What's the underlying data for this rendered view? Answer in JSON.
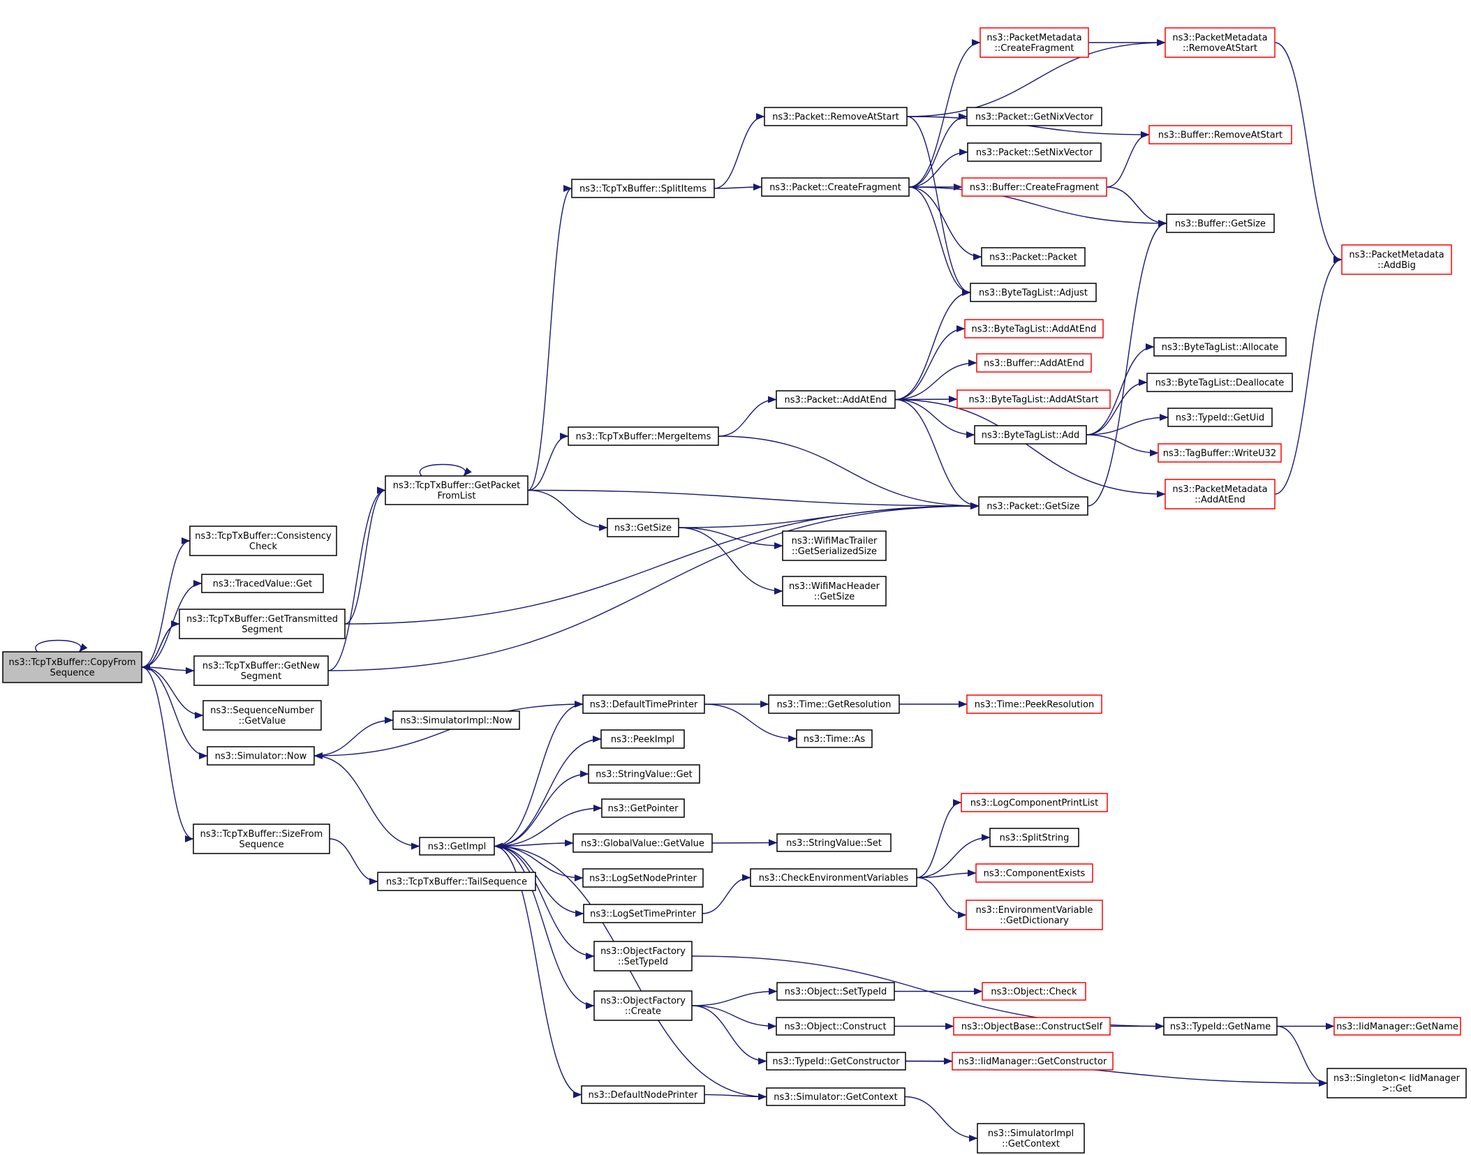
{
  "diagram": {
    "type": "call-graph",
    "colors": {
      "edge": "#191970",
      "normal_border": "#000000",
      "truncated_border": "#ff0000",
      "root_fill": "#bfbfbf"
    },
    "nodes": [
      {
        "id": "CopyFromSequence",
        "label": [
          "ns3::TcpTxBuffer::CopyFrom",
          "Sequence"
        ],
        "style": "root"
      },
      {
        "id": "ConsistencyCheck",
        "label": [
          "ns3::TcpTxBuffer::Consistency",
          "Check"
        ],
        "style": "normal"
      },
      {
        "id": "TracedValueGet",
        "label": [
          "ns3::TracedValue::Get"
        ],
        "style": "normal"
      },
      {
        "id": "GetTransmittedSegment",
        "label": [
          "ns3::TcpTxBuffer::GetTransmitted",
          "Segment"
        ],
        "style": "normal"
      },
      {
        "id": "GetNewSegment",
        "label": [
          "ns3::TcpTxBuffer::GetNew",
          "Segment"
        ],
        "style": "normal"
      },
      {
        "id": "SeqNumGetValue",
        "label": [
          "ns3::SequenceNumber",
          "::GetValue"
        ],
        "style": "normal"
      },
      {
        "id": "SimulatorNow",
        "label": [
          "ns3::Simulator::Now"
        ],
        "style": "normal"
      },
      {
        "id": "SizeFromSequence",
        "label": [
          "ns3::TcpTxBuffer::SizeFrom",
          "Sequence"
        ],
        "style": "normal"
      },
      {
        "id": "GetPacketFromList",
        "label": [
          "ns3::TcpTxBuffer::GetPacket",
          "FromList"
        ],
        "style": "normal"
      },
      {
        "id": "SimulatorImplNow",
        "label": [
          "ns3::SimulatorImpl::Now"
        ],
        "style": "normal"
      },
      {
        "id": "GetImpl",
        "label": [
          "ns3::GetImpl"
        ],
        "style": "normal"
      },
      {
        "id": "TailSequence",
        "label": [
          "ns3::TcpTxBuffer::TailSequence"
        ],
        "style": "normal"
      },
      {
        "id": "SplitItems",
        "label": [
          "ns3::TcpTxBuffer::SplitItems"
        ],
        "style": "normal"
      },
      {
        "id": "MergeItems",
        "label": [
          "ns3::TcpTxBuffer::MergeItems"
        ],
        "style": "normal"
      },
      {
        "id": "GetSizeFn",
        "label": [
          "ns3::GetSize"
        ],
        "style": "normal"
      },
      {
        "id": "DefaultTimePrinter",
        "label": [
          "ns3::DefaultTimePrinter"
        ],
        "style": "normal"
      },
      {
        "id": "PeekImpl",
        "label": [
          "ns3::PeekImpl"
        ],
        "style": "normal"
      },
      {
        "id": "StringValueGet",
        "label": [
          "ns3::StringValue::Get"
        ],
        "style": "normal"
      },
      {
        "id": "GetPointer",
        "label": [
          "ns3::GetPointer"
        ],
        "style": "normal"
      },
      {
        "id": "GlobalValueGetValue",
        "label": [
          "ns3::GlobalValue::GetValue"
        ],
        "style": "normal"
      },
      {
        "id": "LogSetNodePrinter",
        "label": [
          "ns3::LogSetNodePrinter"
        ],
        "style": "normal"
      },
      {
        "id": "LogSetTimePrinter",
        "label": [
          "ns3::LogSetTimePrinter"
        ],
        "style": "normal"
      },
      {
        "id": "ObjectFactorySetTypeId",
        "label": [
          "ns3::ObjectFactory",
          "::SetTypeId"
        ],
        "style": "normal"
      },
      {
        "id": "ObjectFactoryCreate",
        "label": [
          "ns3::ObjectFactory",
          "::Create"
        ],
        "style": "normal"
      },
      {
        "id": "DefaultNodePrinter",
        "label": [
          "ns3::DefaultNodePrinter"
        ],
        "style": "normal"
      },
      {
        "id": "PacketRemoveAtStart",
        "label": [
          "ns3::Packet::RemoveAtStart"
        ],
        "style": "normal"
      },
      {
        "id": "PacketCreateFragment",
        "label": [
          "ns3::Packet::CreateFragment"
        ],
        "style": "normal"
      },
      {
        "id": "PacketAddAtEnd",
        "label": [
          "ns3::Packet::AddAtEnd"
        ],
        "style": "normal"
      },
      {
        "id": "WifiMacTrailerGetSerializedSize",
        "label": [
          "ns3::WifiMacTrailer",
          "::GetSerializedSize"
        ],
        "style": "normal"
      },
      {
        "id": "WifiMacHeaderGetSize",
        "label": [
          "ns3::WifiMacHeader",
          "::GetSize"
        ],
        "style": "normal"
      },
      {
        "id": "TimeGetResolution",
        "label": [
          "ns3::Time::GetResolution"
        ],
        "style": "normal"
      },
      {
        "id": "TimeAs",
        "label": [
          "ns3::Time::As"
        ],
        "style": "normal"
      },
      {
        "id": "StringValueSet",
        "label": [
          "ns3::StringValue::Set"
        ],
        "style": "normal"
      },
      {
        "id": "CheckEnvironmentVariables",
        "label": [
          "ns3::CheckEnvironmentVariables"
        ],
        "style": "normal"
      },
      {
        "id": "ObjectSetTypeId",
        "label": [
          "ns3::Object::SetTypeId"
        ],
        "style": "normal"
      },
      {
        "id": "ObjectConstruct",
        "label": [
          "ns3::Object::Construct"
        ],
        "style": "normal"
      },
      {
        "id": "TypeIdGetConstructor",
        "label": [
          "ns3::TypeId::GetConstructor"
        ],
        "style": "normal"
      },
      {
        "id": "SimulatorGetContext",
        "label": [
          "ns3::Simulator::GetContext"
        ],
        "style": "normal"
      },
      {
        "id": "PktMetaCreateFragment",
        "label": [
          "ns3::PacketMetadata",
          "::CreateFragment"
        ],
        "style": "truncated"
      },
      {
        "id": "PacketGetNixVector",
        "label": [
          "ns3::Packet::GetNixVector"
        ],
        "style": "normal"
      },
      {
        "id": "PacketSetNixVector",
        "label": [
          "ns3::Packet::SetNixVector"
        ],
        "style": "normal"
      },
      {
        "id": "BufferCreateFragment",
        "label": [
          "ns3::Buffer::CreateFragment"
        ],
        "style": "truncated"
      },
      {
        "id": "PacketPacket",
        "label": [
          "ns3::Packet::Packet"
        ],
        "style": "normal"
      },
      {
        "id": "ByteTagListAdjust",
        "label": [
          "ns3::ByteTagList::Adjust"
        ],
        "style": "normal"
      },
      {
        "id": "ByteTagListAddAtEnd",
        "label": [
          "ns3::ByteTagList::AddAtEnd"
        ],
        "style": "truncated"
      },
      {
        "id": "BufferAddAtEnd",
        "label": [
          "ns3::Buffer::AddAtEnd"
        ],
        "style": "truncated"
      },
      {
        "id": "ByteTagListAddAtStart",
        "label": [
          "ns3::ByteTagList::AddAtStart"
        ],
        "style": "truncated"
      },
      {
        "id": "ByteTagListAdd",
        "label": [
          "ns3::ByteTagList::Add"
        ],
        "style": "normal"
      },
      {
        "id": "PacketGetSize",
        "label": [
          "ns3::Packet::GetSize"
        ],
        "style": "normal"
      },
      {
        "id": "TimePeekResolution",
        "label": [
          "ns3::Time::PeekResolution"
        ],
        "style": "truncated"
      },
      {
        "id": "LogComponentPrintList",
        "label": [
          "ns3::LogComponentPrintList"
        ],
        "style": "truncated"
      },
      {
        "id": "SplitString",
        "label": [
          "ns3::SplitString"
        ],
        "style": "normal"
      },
      {
        "id": "ComponentExists",
        "label": [
          "ns3::ComponentExists"
        ],
        "style": "truncated"
      },
      {
        "id": "EnvVarGetDictionary",
        "label": [
          "ns3::EnvironmentVariable",
          "::GetDictionary"
        ],
        "style": "truncated"
      },
      {
        "id": "ObjectCheck",
        "label": [
          "ns3::Object::Check"
        ],
        "style": "truncated"
      },
      {
        "id": "ObjectBaseConstructSelf",
        "label": [
          "ns3::ObjectBase::ConstructSelf"
        ],
        "style": "truncated"
      },
      {
        "id": "IidManagerGetConstructor",
        "label": [
          "ns3::IidManager::GetConstructor"
        ],
        "style": "truncated"
      },
      {
        "id": "SimulatorImplGetContext",
        "label": [
          "ns3::SimulatorImpl",
          "::GetContext"
        ],
        "style": "normal"
      },
      {
        "id": "PktMetaRemoveAtStart",
        "label": [
          "ns3::PacketMetadata",
          "::RemoveAtStart"
        ],
        "style": "truncated"
      },
      {
        "id": "BufferRemoveAtStart",
        "label": [
          "ns3::Buffer::RemoveAtStart"
        ],
        "style": "truncated"
      },
      {
        "id": "BufferGetSize",
        "label": [
          "ns3::Buffer::GetSize"
        ],
        "style": "normal"
      },
      {
        "id": "ByteTagListAllocate",
        "label": [
          "ns3::ByteTagList::Allocate"
        ],
        "style": "normal"
      },
      {
        "id": "ByteTagListDeallocate",
        "label": [
          "ns3::ByteTagList::Deallocate"
        ],
        "style": "normal"
      },
      {
        "id": "TypeIdGetUid",
        "label": [
          "ns3::TypeId::GetUid"
        ],
        "style": "normal"
      },
      {
        "id": "TagBufferWriteU32",
        "label": [
          "ns3::TagBuffer::WriteU32"
        ],
        "style": "truncated"
      },
      {
        "id": "PktMetaAddAtEnd",
        "label": [
          "ns3::PacketMetadata",
          "::AddAtEnd"
        ],
        "style": "truncated"
      },
      {
        "id": "TypeIdGetName",
        "label": [
          "ns3::TypeId::GetName"
        ],
        "style": "normal"
      },
      {
        "id": "PktMetaAddBig",
        "label": [
          "ns3::PacketMetadata",
          "::AddBig"
        ],
        "style": "truncated"
      },
      {
        "id": "IidManagerGetName",
        "label": [
          "ns3::IidManager::GetName"
        ],
        "style": "truncated"
      },
      {
        "id": "SingletonGet",
        "label": [
          "ns3::Singleton< IidManager",
          " >::Get"
        ],
        "style": "normal"
      }
    ],
    "edges": [
      [
        "CopyFromSequence",
        "CopyFromSequence"
      ],
      [
        "CopyFromSequence",
        "ConsistencyCheck"
      ],
      [
        "CopyFromSequence",
        "TracedValueGet"
      ],
      [
        "CopyFromSequence",
        "GetTransmittedSegment"
      ],
      [
        "CopyFromSequence",
        "GetNewSegment"
      ],
      [
        "CopyFromSequence",
        "SeqNumGetValue"
      ],
      [
        "CopyFromSequence",
        "SimulatorNow"
      ],
      [
        "CopyFromSequence",
        "SizeFromSequence"
      ],
      [
        "GetTransmittedSegment",
        "CopyFromSequence"
      ],
      [
        "GetTransmittedSegment",
        "GetPacketFromList"
      ],
      [
        "GetTransmittedSegment",
        "PacketGetSize"
      ],
      [
        "GetNewSegment",
        "GetPacketFromList"
      ],
      [
        "GetNewSegment",
        "PacketGetSize"
      ],
      [
        "GetPacketFromList",
        "GetPacketFromList"
      ],
      [
        "GetPacketFromList",
        "SplitItems"
      ],
      [
        "GetPacketFromList",
        "MergeItems"
      ],
      [
        "GetPacketFromList",
        "GetSizeFn"
      ],
      [
        "GetPacketFromList",
        "PacketGetSize"
      ],
      [
        "SplitItems",
        "PacketRemoveAtStart"
      ],
      [
        "SplitItems",
        "PacketCreateFragment"
      ],
      [
        "MergeItems",
        "PacketAddAtEnd"
      ],
      [
        "MergeItems",
        "PacketGetSize"
      ],
      [
        "GetSizeFn",
        "PacketGetSize"
      ],
      [
        "GetSizeFn",
        "WifiMacTrailerGetSerializedSize"
      ],
      [
        "GetSizeFn",
        "WifiMacHeaderGetSize"
      ],
      [
        "PacketRemoveAtStart",
        "PktMetaRemoveAtStart"
      ],
      [
        "PacketRemoveAtStart",
        "BufferRemoveAtStart"
      ],
      [
        "PacketRemoveAtStart",
        "ByteTagListAdjust"
      ],
      [
        "PacketCreateFragment",
        "PktMetaCreateFragment"
      ],
      [
        "PacketCreateFragment",
        "PacketGetNixVector"
      ],
      [
        "PacketCreateFragment",
        "PacketSetNixVector"
      ],
      [
        "PacketCreateFragment",
        "BufferCreateFragment"
      ],
      [
        "PacketCreateFragment",
        "BufferGetSize"
      ],
      [
        "PacketCreateFragment",
        "PacketPacket"
      ],
      [
        "PacketCreateFragment",
        "ByteTagListAdjust"
      ],
      [
        "PktMetaCreateFragment",
        "PktMetaRemoveAtStart"
      ],
      [
        "BufferCreateFragment",
        "BufferRemoveAtStart"
      ],
      [
        "BufferCreateFragment",
        "BufferGetSize"
      ],
      [
        "PktMetaRemoveAtStart",
        "PktMetaAddBig"
      ],
      [
        "PacketAddAtEnd",
        "ByteTagListAdjust"
      ],
      [
        "PacketAddAtEnd",
        "ByteTagListAddAtEnd"
      ],
      [
        "PacketAddAtEnd",
        "BufferAddAtEnd"
      ],
      [
        "PacketAddAtEnd",
        "ByteTagListAddAtStart"
      ],
      [
        "PacketAddAtEnd",
        "ByteTagListAdd"
      ],
      [
        "PacketAddAtEnd",
        "PacketGetSize"
      ],
      [
        "PacketAddAtEnd",
        "PktMetaAddAtEnd"
      ],
      [
        "ByteTagListAdd",
        "ByteTagListAllocate"
      ],
      [
        "ByteTagListAdd",
        "ByteTagListDeallocate"
      ],
      [
        "ByteTagListAdd",
        "TypeIdGetUid"
      ],
      [
        "ByteTagListAdd",
        "TagBufferWriteU32"
      ],
      [
        "PacketGetSize",
        "BufferGetSize"
      ],
      [
        "PktMetaAddAtEnd",
        "PktMetaAddBig"
      ],
      [
        "SimulatorNow",
        "SimulatorImplNow"
      ],
      [
        "SimulatorNow",
        "GetImpl"
      ],
      [
        "DefaultTimePrinter",
        "SimulatorNow"
      ],
      [
        "DefaultTimePrinter",
        "TimeGetResolution"
      ],
      [
        "DefaultTimePrinter",
        "TimeAs"
      ],
      [
        "TimeGetResolution",
        "TimePeekResolution"
      ],
      [
        "SizeFromSequence",
        "TailSequence"
      ],
      [
        "GetImpl",
        "DefaultTimePrinter"
      ],
      [
        "GetImpl",
        "PeekImpl"
      ],
      [
        "GetImpl",
        "StringValueGet"
      ],
      [
        "GetImpl",
        "GetPointer"
      ],
      [
        "GetImpl",
        "GlobalValueGetValue"
      ],
      [
        "GetImpl",
        "LogSetNodePrinter"
      ],
      [
        "GetImpl",
        "LogSetTimePrinter"
      ],
      [
        "GetImpl",
        "ObjectFactorySetTypeId"
      ],
      [
        "GetImpl",
        "ObjectFactoryCreate"
      ],
      [
        "GetImpl",
        "DefaultNodePrinter"
      ],
      [
        "SimulatorGetContext",
        "GetImpl"
      ],
      [
        "GlobalValueGetValue",
        "StringValueSet"
      ],
      [
        "LogSetTimePrinter",
        "CheckEnvironmentVariables"
      ],
      [
        "CheckEnvironmentVariables",
        "LogComponentPrintList"
      ],
      [
        "CheckEnvironmentVariables",
        "SplitString"
      ],
      [
        "CheckEnvironmentVariables",
        "ComponentExists"
      ],
      [
        "CheckEnvironmentVariables",
        "EnvVarGetDictionary"
      ],
      [
        "ObjectFactorySetTypeId",
        "TypeIdGetName"
      ],
      [
        "ObjectFactoryCreate",
        "ObjectSetTypeId"
      ],
      [
        "ObjectFactoryCreate",
        "ObjectConstruct"
      ],
      [
        "ObjectFactoryCreate",
        "TypeIdGetConstructor"
      ],
      [
        "ObjectSetTypeId",
        "ObjectCheck"
      ],
      [
        "ObjectConstruct",
        "ObjectBaseConstructSelf"
      ],
      [
        "ObjectBaseConstructSelf",
        "TypeIdGetName"
      ],
      [
        "TypeIdGetConstructor",
        "IidManagerGetConstructor"
      ],
      [
        "TypeIdGetConstructor",
        "SingletonGet"
      ],
      [
        "DefaultNodePrinter",
        "SimulatorGetContext"
      ],
      [
        "SimulatorGetContext",
        "SimulatorImplGetContext"
      ],
      [
        "TypeIdGetName",
        "IidManagerGetName"
      ],
      [
        "TypeIdGetName",
        "SingletonGet"
      ]
    ]
  }
}
